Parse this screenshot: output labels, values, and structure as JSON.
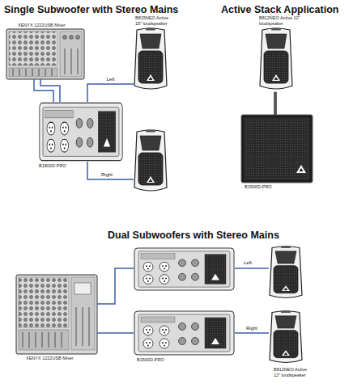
{
  "diagram": {
    "nodes": [
      {
        "text": [
          "XENYX 1222USB Mixer"
        ]
      },
      {
        "text": [
          "B815NEO Active 15\" loudspeaker"
        ]
      },
      {
        "text": [
          "B1800D-PRO"
        ]
      },
      {
        "text": [
          "B812NEO Active 12\" loudspeaker"
        ]
      },
      {
        "text": [
          "B1500D-PRO"
        ]
      },
      {
        "text": [
          "XENYX 1222USB Mixer"
        ]
      },
      {
        "text": [
          "B1500D-PRO"
        ]
      },
      {
        "text": [
          "B812NEO Active 12\" loudspeaker"
        ]
      }
    ],
    "edges": [
      {
        "from": 0,
        "to": 2,
        "arrow": "none"
      },
      {
        "from": 2,
        "to": 1,
        "arrow": "none",
        "label": "Left"
      },
      {
        "from": 5,
        "to": 6,
        "arrow": "none"
      },
      {
        "from": 6,
        "to": 7,
        "arrow": "none",
        "label": "Right"
      }
    ],
    "labels": [
      "Single Subwoofer with Stereo Mains",
      "Active Stack Application",
      "Right",
      "Dual Subwoofers with Stereo Mains",
      "Left"
    ]
  }
}
